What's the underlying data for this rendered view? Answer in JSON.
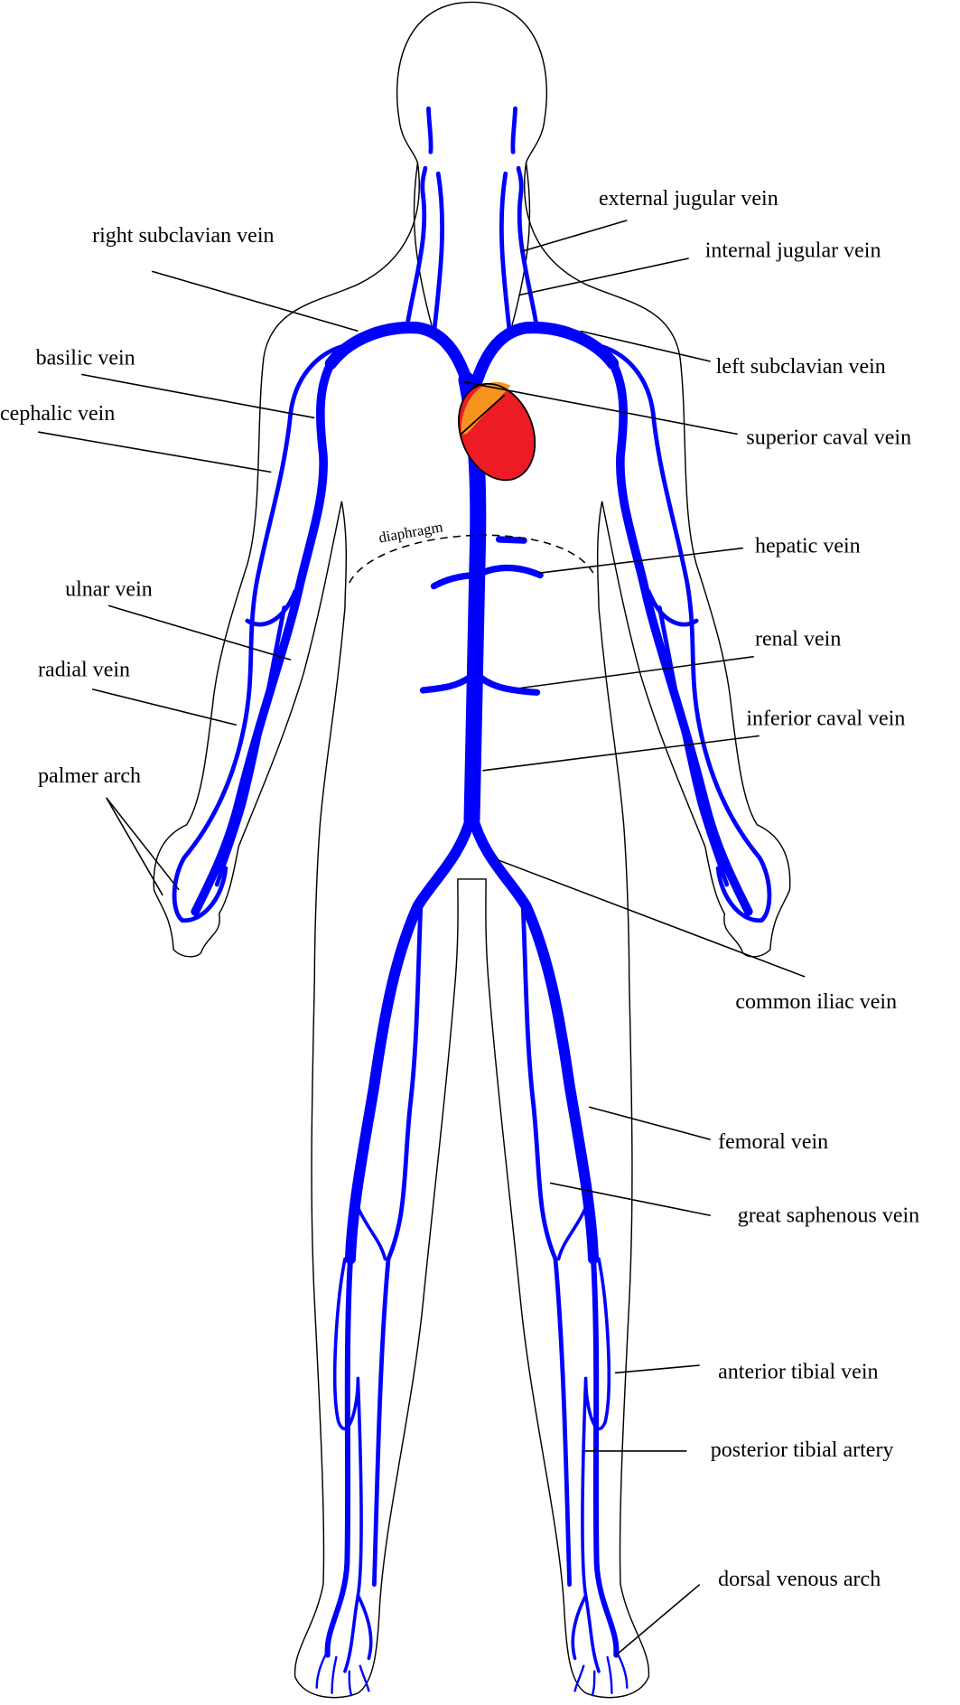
{
  "diagram": {
    "colors": {
      "vein": "#0000ff",
      "heart_atrium": "#f7941d",
      "heart_ventricle": "#ed1c24"
    },
    "diaphragm_label": "diaphragm",
    "labels": {
      "right_subclavian": "right subclavian vein",
      "basilic": "basilic vein",
      "cephalic": "cephalic vein",
      "ulnar": "ulnar vein",
      "radial": "radial vein",
      "palmer_arch": "palmer arch",
      "external_jugular": "external jugular vein",
      "internal_jugular": "internal jugular vein",
      "left_subclavian": "left subclavian vein",
      "superior_caval": "superior caval vein",
      "hepatic": "hepatic vein",
      "renal": "renal vein",
      "inferior_caval": "inferior caval vein",
      "common_iliac": "common iliac vein",
      "femoral": "femoral vein",
      "great_saphenous": "great saphenous vein",
      "anterior_tibial": "anterior tibial vein",
      "posterior_tibial": "posterior tibial artery",
      "dorsal_venous_arch": "dorsal venous arch"
    }
  }
}
